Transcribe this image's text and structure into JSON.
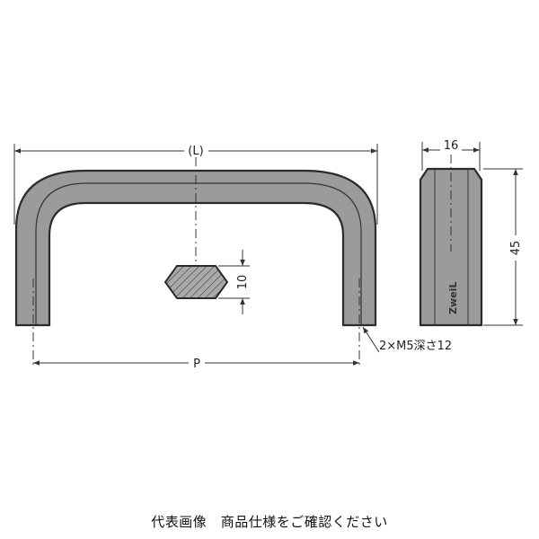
{
  "dimensions": {
    "overall_length": "(L)",
    "pitch": "P",
    "side_width": "16",
    "height": "45",
    "section_thickness": "10",
    "thread_note": "2×M5深さ12"
  },
  "brand_mark": "ZweiL",
  "caption": "代表画像　商品仕様をご確認ください",
  "colors": {
    "body_fill": "#9b9b9b",
    "outline": "#2b2b2b",
    "dimension_line": "#333333"
  }
}
